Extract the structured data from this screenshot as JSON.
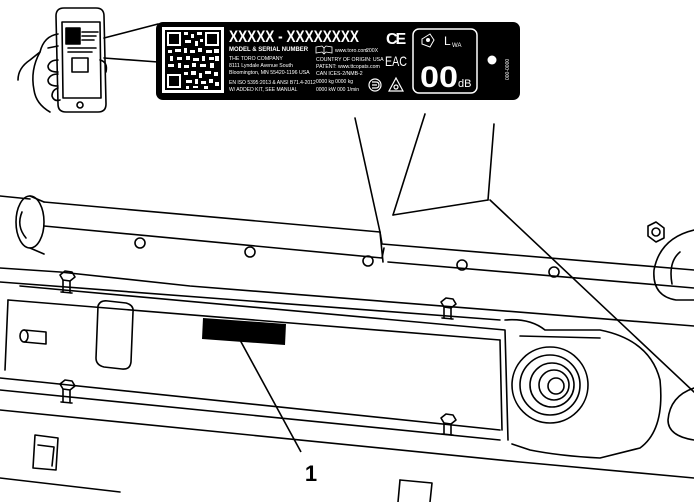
{
  "plate": {
    "model_code": "XXXXX - XXXXXXXX",
    "model_serial_label": "MODEL & SERIAL NUMBER",
    "company": "THE TORO COMPANY",
    "address1": "8111 Lyndale Avenue South",
    "address2": "Bloomington, MN 55420-1196 USA",
    "standards": "EN ISO 5395:2013 & ANSI B71.4-2012",
    "kit_note": "W/ ADDED KIT, SEE MANUAL",
    "website": "www.toro.com",
    "year": "200X",
    "origin": "COUNTRY OF ORIGIN: USA",
    "patent": "PATENT: www.ttcopats.com",
    "can_ices": "CAN ICES-2/NMB-2",
    "mass": "0000 kg  0000 kg",
    "power": "0000 kW  000 1/min",
    "ce_mark": "CE",
    "eac_mark": "EAC",
    "sound_level": "00",
    "sound_unit": "dB",
    "sound_label": "L",
    "sound_label_sub": "WA",
    "part_code": "000-0000"
  },
  "callout": {
    "number": "1"
  }
}
